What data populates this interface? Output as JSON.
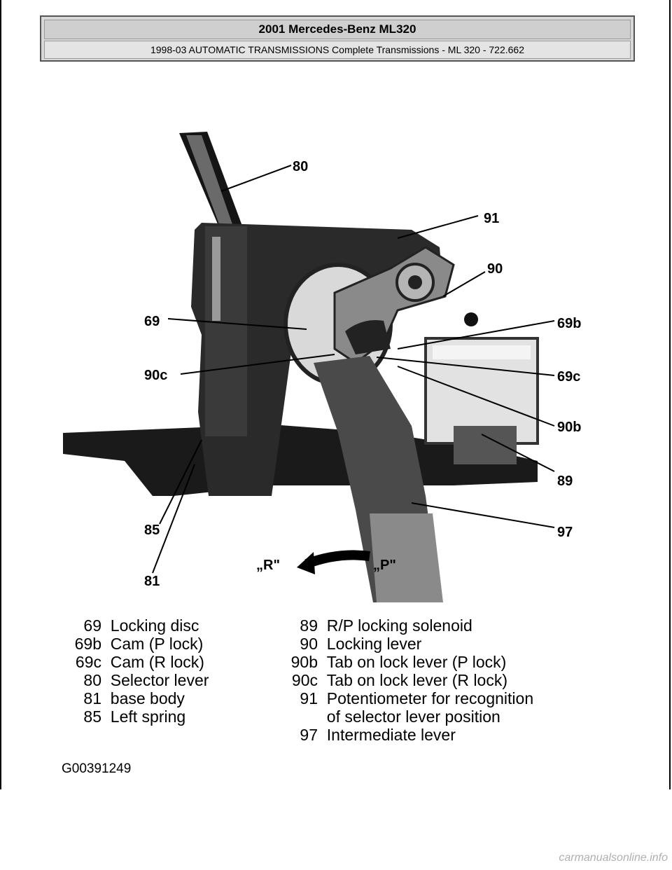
{
  "header": {
    "title": "2001 Mercedes-Benz ML320",
    "subtitle": "1998-03 AUTOMATIC TRANSMISSIONS Complete Transmissions - ML 320 - 722.662"
  },
  "figure": {
    "callouts": {
      "c80": "80",
      "c91": "91",
      "c90": "90",
      "c69": "69",
      "c69b": "69b",
      "c90c": "90c",
      "c69c": "69c",
      "c90b": "90b",
      "c89": "89",
      "c85": "85",
      "c97": "97",
      "c81": "81",
      "cR": "„R\"",
      "cP": "„P\""
    }
  },
  "legend": {
    "left": [
      {
        "num": "69",
        "label": "Locking disc"
      },
      {
        "num": "69b",
        "label": "Cam (P lock)"
      },
      {
        "num": "69c",
        "label": "Cam (R lock)"
      },
      {
        "num": "80",
        "label": "Selector lever"
      },
      {
        "num": "81",
        "label": "base body"
      },
      {
        "num": "85",
        "label": "Left spring"
      }
    ],
    "right": [
      {
        "num": "89",
        "label": "R/P locking solenoid"
      },
      {
        "num": "90",
        "label": "Locking lever"
      },
      {
        "num": "90b",
        "label": "Tab on lock lever (P lock)"
      },
      {
        "num": "90c",
        "label": "Tab on lock lever (R lock)"
      },
      {
        "num": "91",
        "label": "Potentiometer for recognition"
      },
      {
        "num": "",
        "label": "of selector lever position"
      },
      {
        "num": "97",
        "label": "Intermediate lever"
      }
    ]
  },
  "figure_code": "G00391249",
  "footer": "carmanualsonline.info"
}
